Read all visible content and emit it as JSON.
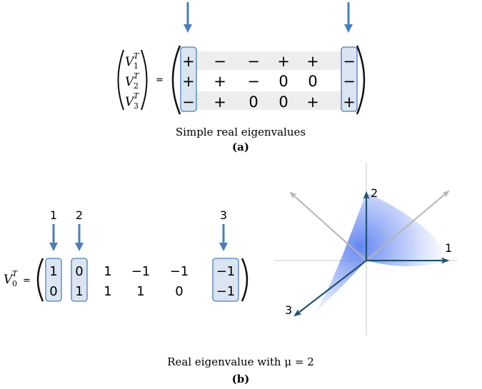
{
  "panel_a": {
    "rows": [
      {
        "base": "V",
        "sub": "1",
        "sup": "T",
        "entries": [
          "+",
          "−",
          "−",
          "+",
          "+",
          "−"
        ]
      },
      {
        "base": "V",
        "sub": "2",
        "sup": "T",
        "entries": [
          "+",
          "+",
          "−",
          "0",
          "0",
          "−"
        ]
      },
      {
        "base": "V",
        "sub": "3",
        "sup": "T",
        "entries": [
          "−",
          "+",
          "0",
          "0",
          "+",
          "+"
        ]
      }
    ],
    "equals": "=",
    "caption": "Simple real eigenvalues",
    "label": "(a)"
  },
  "panel_b": {
    "lhs": {
      "base": "V",
      "sub": "0",
      "sup": "T"
    },
    "equals": "=",
    "column_numbers": [
      "1",
      "2",
      "3"
    ],
    "rows": [
      [
        "1",
        "0",
        "1",
        "−1",
        "−1",
        "−1"
      ],
      [
        "0",
        "1",
        "1",
        "1",
        "0",
        "−1"
      ]
    ],
    "axis_labels": [
      "1",
      "2",
      "3"
    ],
    "caption": "Real eigenvalue with μ = 2",
    "label": "(b)"
  },
  "colors": {
    "arrow_blue": "#4a7ebb",
    "highlight_fill": "#dbe5f1",
    "row_shade": "#eeeeee",
    "vector_dark": "#1f5470",
    "vector_gray": "#b5b5b5",
    "cone_blue": "#5b7ff0"
  }
}
